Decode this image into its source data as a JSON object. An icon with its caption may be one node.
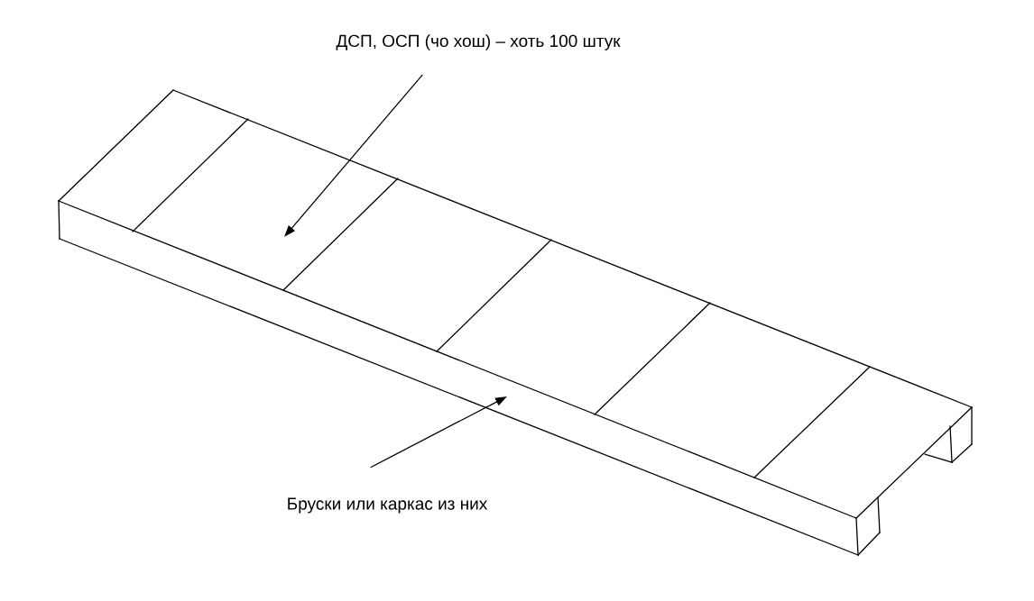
{
  "diagram": {
    "nodes": [
      {
        "text": [
          "ДСП, ОСП (чо хош) – хоть 100 штук"
        ]
      },
      {
        "text": [
          "Бруски или каркас из них"
        ]
      }
    ],
    "edges": [
      {
        "from": 0,
        "to": null,
        "arrow": "to"
      },
      {
        "from": 1,
        "to": null,
        "arrow": "to"
      }
    ]
  }
}
